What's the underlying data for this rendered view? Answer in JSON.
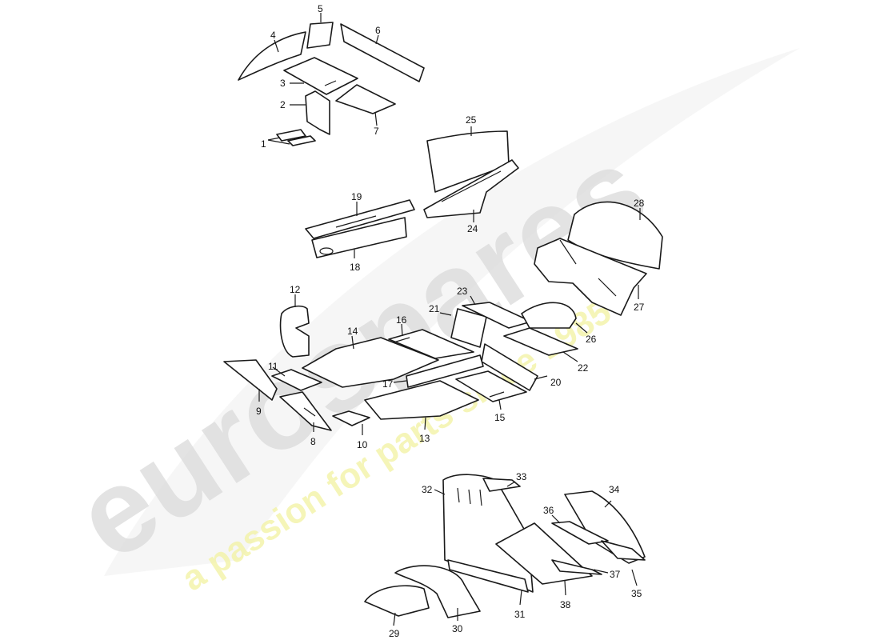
{
  "watermark": {
    "brand": "eurospares",
    "tagline": "a passion for parts since 1985",
    "brand_color": "#d9d9d9",
    "tagline_color": "#f2f2a6"
  },
  "callouts": [
    "1",
    "2",
    "3",
    "4",
    "5",
    "6",
    "7",
    "8",
    "9",
    "10",
    "11",
    "12",
    "13",
    "14",
    "15",
    "16",
    "17",
    "18",
    "19",
    "20",
    "21",
    "22",
    "23",
    "24",
    "25",
    "26",
    "27",
    "28",
    "29",
    "30",
    "31",
    "32",
    "33",
    "34",
    "35",
    "36",
    "37",
    "38"
  ]
}
